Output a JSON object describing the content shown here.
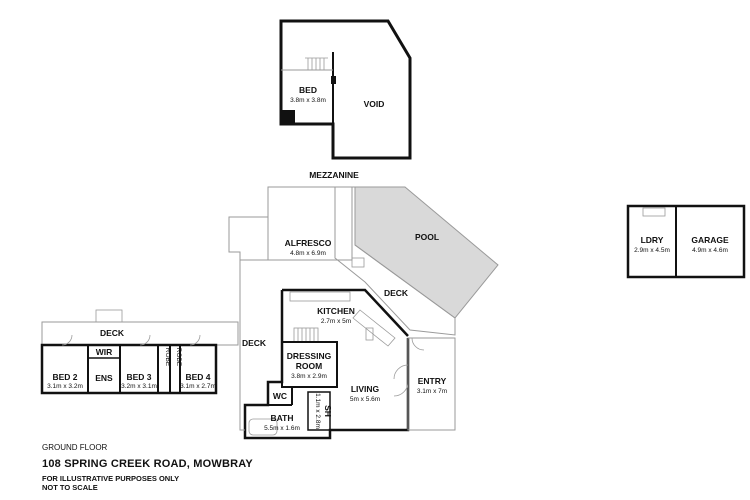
{
  "plan": {
    "mezzanine_label": "MEZZANINE",
    "ground_floor_label": "GROUND FLOOR",
    "address": "108 SPRING CREEK ROAD, MOWBRAY",
    "disclaimer_line1": "FOR ILLUSTRATIVE PURPOSES ONLY",
    "disclaimer_line2": "NOT TO SCALE"
  },
  "rooms": {
    "mezz_bed": {
      "name": "BED",
      "dims": "3.8m x 3.8m"
    },
    "void": {
      "name": "VOID"
    },
    "alfresco": {
      "name": "ALFRESCO",
      "dims": "4.8m x 6.9m"
    },
    "pool": {
      "name": "POOL"
    },
    "deck_center": {
      "name": "DECK"
    },
    "deck_left": {
      "name": "DECK"
    },
    "deck_mid": {
      "name": "DECK"
    },
    "kitchen": {
      "name": "KITCHEN",
      "dims": "2.7m x 5m"
    },
    "dressing": {
      "name1": "DRESSING",
      "name2": "ROOM",
      "dims": "3.8m x 2.9m"
    },
    "living": {
      "name": "LIVING",
      "dims": "5m x 5.6m"
    },
    "entry": {
      "name": "ENTRY",
      "dims": "3.1m x 7m"
    },
    "wc": {
      "name": "WC"
    },
    "bath": {
      "name": "BATH",
      "dims": "5.5m x 1.6m"
    },
    "shower": {
      "name": "SH",
      "dims": "1.1m x 2.8m"
    },
    "bed2": {
      "name": "BED 2",
      "dims": "3.1m x 3.2m"
    },
    "bed3": {
      "name": "BED 3",
      "dims": "3.2m x 3.1m"
    },
    "bed4": {
      "name": "BED 4",
      "dims": "3.1m x 2.7m"
    },
    "wir": {
      "name": "WIR"
    },
    "ens": {
      "name": "ENS"
    },
    "robe1": {
      "name": "ROBE"
    },
    "robe2": {
      "name": "ROBE"
    },
    "ldry": {
      "name": "LDRY",
      "dims": "2.9m x 4.5m"
    },
    "garage": {
      "name": "GARAGE",
      "dims": "4.9m x 4.6m"
    }
  },
  "colors": {
    "wall": "#111111",
    "line": "#9a9a9a",
    "pool_fill": "#d9d9d9"
  }
}
